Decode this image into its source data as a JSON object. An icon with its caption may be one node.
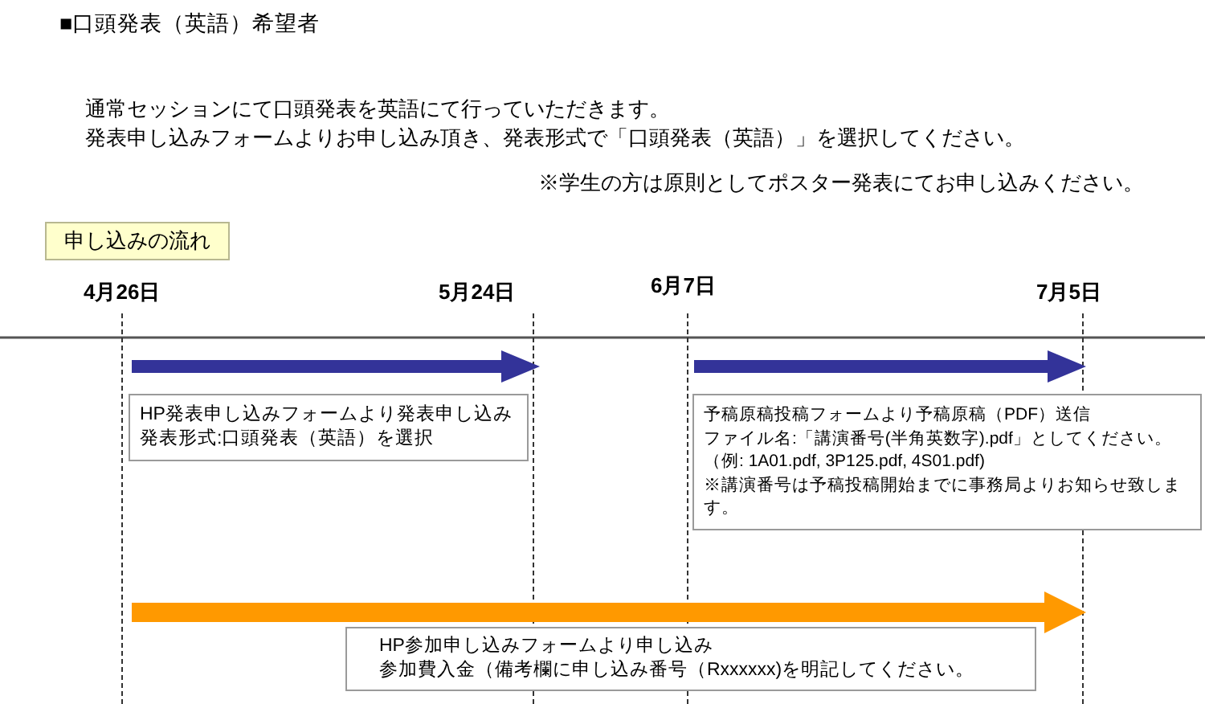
{
  "diagram": {
    "title": "■口頭発表（英語）希望者",
    "nodes": [
      {
        "text": [
          "申し込みの流れ"
        ]
      },
      {
        "text": [
          "HP発表申し込みフォームより発表申し込み",
          "発表形式:口頭発表（英語）を選択"
        ]
      },
      {
        "text": [
          "予稿原稿投稿フォームより予稿原稿（PDF）送信",
          "ファイル名:「講演番号(半角英数字).pdf」としてください。",
          "（例: 1A01.pdf, 3P125.pdf, 4S01.pdf)",
          "※講演番号は予稿投稿開始までに事務局よりお知らせ致します。"
        ]
      },
      {
        "text": [
          "HP参加申し込みフォームより申し込み",
          "参加費入金（備考欄に申し込み番号（Rxxxxxx)を明記してください。"
        ]
      }
    ],
    "labels": [
      "通常セッションにて口頭発表を英語にて行っていただきます。",
      "発表申し込みフォームよりお申し込み頂き、発表形式で「口頭発表（英語）」を選択してください。",
      "※学生の方は原則としてポスター発表にてお申し込みください。",
      "4月26日",
      "5月24日",
      "6月7日",
      "7月5日"
    ]
  }
}
